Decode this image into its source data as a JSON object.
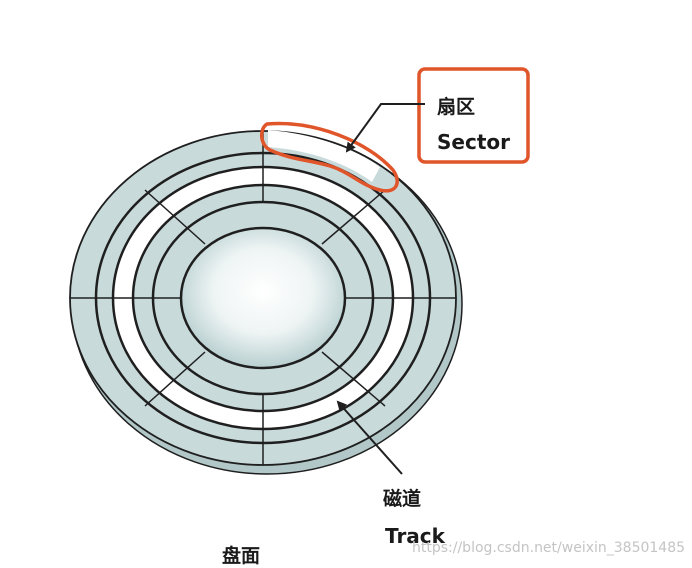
{
  "labels": {
    "sector_cn": "扇区",
    "sector_en": "Sector",
    "track_cn": "磁道",
    "track_en": "Track",
    "platter_cn": "盘面"
  },
  "watermark": "https://blog.csdn.net/weixin_38501485",
  "colors": {
    "disk_fill": "#c9dadb",
    "track_ring": "#ffffff",
    "outline": "#1f1f1f",
    "highlight": "#e0552a",
    "hub_center": "#ffffff",
    "hub_edge": "#b8cfd0"
  }
}
